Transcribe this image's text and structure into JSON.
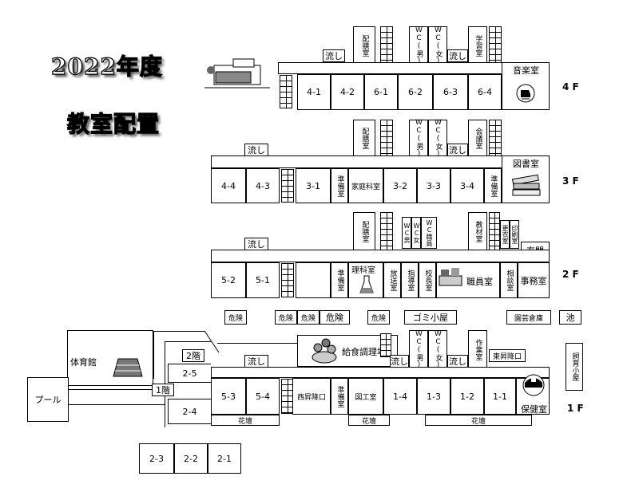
{
  "title": {
    "year": "2022年度",
    "subtitle": "教室配置"
  },
  "floors": {
    "f4": "4 F",
    "f3": "3 F",
    "f2": "2 F",
    "f1": "1 F"
  },
  "f4": {
    "rooms": [
      "4-1",
      "4-2",
      "6-1",
      "6-2",
      "6-3",
      "6-4"
    ],
    "top": {
      "haizen": "配膳室",
      "wc_m": "WC(男)",
      "wc_f": "WC(女)",
      "gakushu": "学習室"
    },
    "sink1": "流し",
    "sink2": "流し",
    "music": "音楽室"
  },
  "f3": {
    "rooms_left": [
      "4-4",
      "4-3"
    ],
    "room31": "3-1",
    "junbi": "準備室",
    "katei": "家庭科室",
    "rooms_right": [
      "3-2",
      "3-3",
      "3-4"
    ],
    "junbi2": "準備室",
    "library": "図書室",
    "top": {
      "haizen": "配膳室",
      "wc_m": "WC(男)",
      "wc_f": "WC(女)",
      "kaigi": "会議室"
    },
    "sink1": "流し",
    "sink2": "流し"
  },
  "f2": {
    "rooms": [
      "5-2",
      "5-1"
    ],
    "junbi": "準備室",
    "rika": "理科室",
    "hoso": "放送室",
    "shido": "指導室",
    "kocho": "校長室",
    "shokuin": "職員室",
    "sodan": "相談室",
    "office": "事務室",
    "genkan": "玄関",
    "top": {
      "haizen": "配膳室",
      "wc_m": "WC男",
      "wc_f": "WC女",
      "wc_s": "WC職員",
      "kyozai": "教材室",
      "kouishitsu": "更衣室",
      "insatsu": "印刷室"
    },
    "sink": "流し"
  },
  "hazard": {
    "k1": "危険",
    "k2": "危険",
    "k3": "危険",
    "k4": "危険",
    "k5": "危険"
  },
  "gomi": "ゴミ小屋",
  "engei": "園芸倉庫",
  "ike": "池",
  "shiiku": "飼育小屋",
  "f1": {
    "kyushoku": "給食調理場",
    "gym": "体育館",
    "pool": "プール",
    "label2f": "2階",
    "label1f": "1階",
    "room25": "2-5",
    "room24": "2-4",
    "rooms": [
      "5-3",
      "5-4"
    ],
    "seisho": "西昇降口",
    "junbi": "準備室",
    "zuko": "図工室",
    "rooms_right": [
      "1-4",
      "1-3",
      "1-2",
      "1-1"
    ],
    "hoken": "保健室",
    "sagyo": "作業室",
    "tosho": "東昇降口",
    "wc_m": "WC(男)",
    "wc_f": "WC(女)",
    "sink1": "流し",
    "sink2": "流し",
    "sink3": "流し",
    "kadan1": "花壇",
    "kadan2": "花壇",
    "kadan3": "花壇"
  },
  "bottom_rooms": [
    "2-3",
    "2-2",
    "2-1"
  ]
}
